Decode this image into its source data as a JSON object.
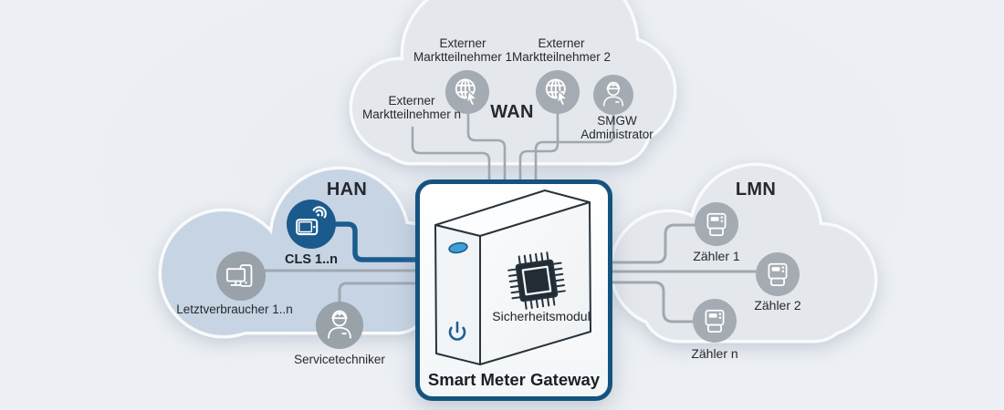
{
  "gateway": {
    "title": "Smart Meter Gateway",
    "module": "Sicherheitsmodul"
  },
  "wan": {
    "title": "WAN",
    "participant1": {
      "line1": "Externer",
      "line2": "Marktteilnehmer 1"
    },
    "participant2": {
      "line1": "Externer",
      "line2": "Marktteilnehmer 2"
    },
    "participantN": {
      "line1": "Externer",
      "line2": "Marktteilnehmer n"
    },
    "administrator": {
      "line1": "SMGW",
      "line2": "Administrator"
    }
  },
  "han": {
    "title": "HAN",
    "cls": "CLS 1..n",
    "consumer": "Letztverbraucher 1..n",
    "technician": "Servicetechniker"
  },
  "lmn": {
    "title": "LMN",
    "meter1": "Zähler 1",
    "meter2": "Zähler 2",
    "meterN": "Zähler n"
  },
  "colors": {
    "background": "#edf0f4",
    "han_cloud": "#c7d4e3",
    "wan_cloud": "#e4e7eb",
    "lmn_cloud": "#e4e7eb",
    "node_gray": "#a5abb2",
    "node_gray_dark": "#99a1a9",
    "accent_blue": "#1a5c90",
    "gateway_border": "#14537e",
    "led_blue": "#3d9ed8",
    "connector_gray": "#9fa8b1",
    "chip_dark": "#212c35"
  }
}
